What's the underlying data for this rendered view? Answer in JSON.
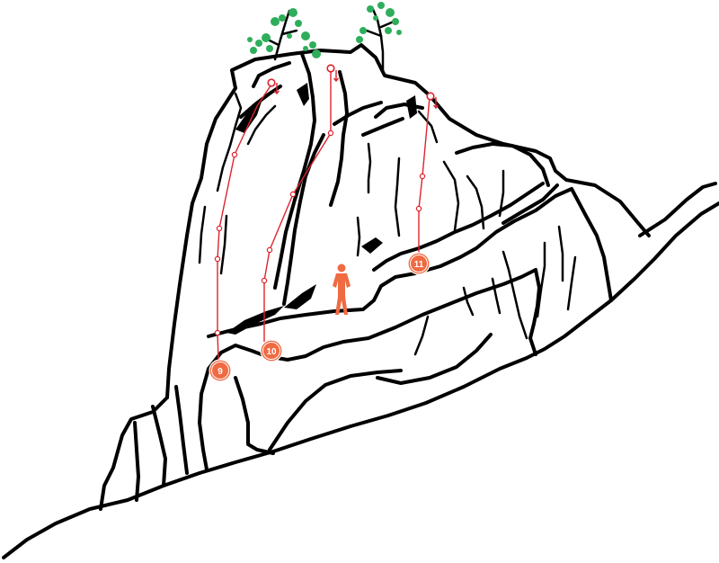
{
  "routes": [
    {
      "number": "9",
      "color": "#e0232e"
    },
    {
      "number": "10",
      "color": "#e0232e"
    },
    {
      "number": "11",
      "color": "#e0232e"
    }
  ],
  "badge_color": "#f06a42",
  "foliage_color": "#2eae5a",
  "icons": {
    "climber": "person-silhouette",
    "anchor": "lowering-anchor",
    "bolt": "bolt-ring"
  }
}
